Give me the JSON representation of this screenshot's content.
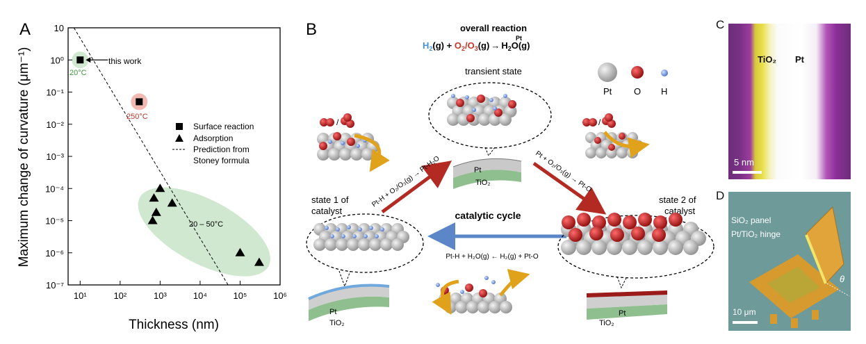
{
  "panel_labels": {
    "a": "A",
    "b": "B",
    "c": "C",
    "d": "D"
  },
  "chart_data": {
    "type": "scatter",
    "xlabel": "Thickness (nm)",
    "ylabel": "Maximum change of curvature (μm⁻¹)",
    "xscale": "log",
    "yscale": "log",
    "xlim": [
      5,
      1000000
    ],
    "ylim": [
      1e-07,
      10
    ],
    "x_ticks": [
      {
        "value": 10,
        "label": "10¹"
      },
      {
        "value": 100,
        "label": "10²"
      },
      {
        "value": 1000,
        "label": "10³"
      },
      {
        "value": 10000,
        "label": "10⁴"
      },
      {
        "value": 100000,
        "label": "10⁵"
      },
      {
        "value": 1000000,
        "label": "10⁶"
      }
    ],
    "y_ticks": [
      {
        "value": 10,
        "label": "10"
      },
      {
        "value": 1,
        "label": "10⁰"
      },
      {
        "value": 0.1,
        "label": "10⁻¹"
      },
      {
        "value": 0.01,
        "label": "10⁻²"
      },
      {
        "value": 0.001,
        "label": "10⁻³"
      },
      {
        "value": 0.0001,
        "label": "10⁻⁴"
      },
      {
        "value": 1e-05,
        "label": "10⁻⁵"
      },
      {
        "value": 1e-06,
        "label": "10⁻⁶"
      },
      {
        "value": 1e-07,
        "label": "10⁻⁷"
      }
    ],
    "grid": false,
    "legend_position": "right",
    "series": [
      {
        "name": "Surface reaction",
        "marker": "square",
        "points": [
          {
            "x": 10,
            "y": 1.0
          },
          {
            "x": 300,
            "y": 0.05
          }
        ]
      },
      {
        "name": "Adsorption",
        "marker": "triangle",
        "points": [
          {
            "x": 700,
            "y": 5e-05
          },
          {
            "x": 1000,
            "y": 0.0001
          },
          {
            "x": 800,
            "y": 1.8e-05
          },
          {
            "x": 2000,
            "y": 3.5e-05
          },
          {
            "x": 650,
            "y": 1e-05
          },
          {
            "x": 100000,
            "y": 1e-06
          },
          {
            "x": 300000,
            "y": 5e-07
          }
        ]
      },
      {
        "name": "Prediction from Stoney formula",
        "style": "dashed",
        "points": [
          {
            "x": 7,
            "y": 10
          },
          {
            "x": 50000,
            "y": 1e-07
          }
        ]
      }
    ],
    "annotations": {
      "this_work": "this work",
      "t20": "20°C",
      "t250": "250°C",
      "t2050": "20 – 50°C"
    },
    "colors": {
      "green_region": "#cfe8cf",
      "green_text": "#3a9a3a",
      "red_region": "#f2b9b0",
      "red_text": "#c0392b"
    }
  },
  "scheme": {
    "overall_title": "overall reaction",
    "eq_h2": "H",
    "eq_h2_sub": "2",
    "eq_g1": "(g) + ",
    "eq_o": "O",
    "eq_o2_sub": "2",
    "eq_slash": "/O",
    "eq_o3_sub": "3",
    "eq_g2": "(g)",
    "eq_arrow": "→",
    "eq_cat": "Pt",
    "eq_prod": "H",
    "eq_prod_sub": "2",
    "eq_prod_tail": "O(g)",
    "transient": "transient state",
    "legend_pt": "Pt",
    "legend_o": "O",
    "legend_h": "H",
    "state1": "state 1 of catalyst",
    "state1_a": "state 1 of",
    "state1_b": "catalyst",
    "state2_a": "state 2 of",
    "state2_b": "catalyst",
    "cycle": "catalytic cycle",
    "r1": "Pt-H + O₂/O₃(g) → Pt-H₂O",
    "r2": "Pt + O₂/O₃(g) → Pt-O",
    "r3": "Pt-H + H₂O(g) ← H₂(g) + Pt-O",
    "pt": "Pt",
    "tio2": "TiO₂",
    "slash": "/"
  },
  "panel_c": {
    "tio2": "TiO₂",
    "pt": "Pt",
    "scale": "5 nm"
  },
  "panel_d": {
    "sio2": "SiO₂ panel",
    "hinge": "Pt/TiO₂ hinge",
    "theta": "θ",
    "scale": "10 μm"
  }
}
